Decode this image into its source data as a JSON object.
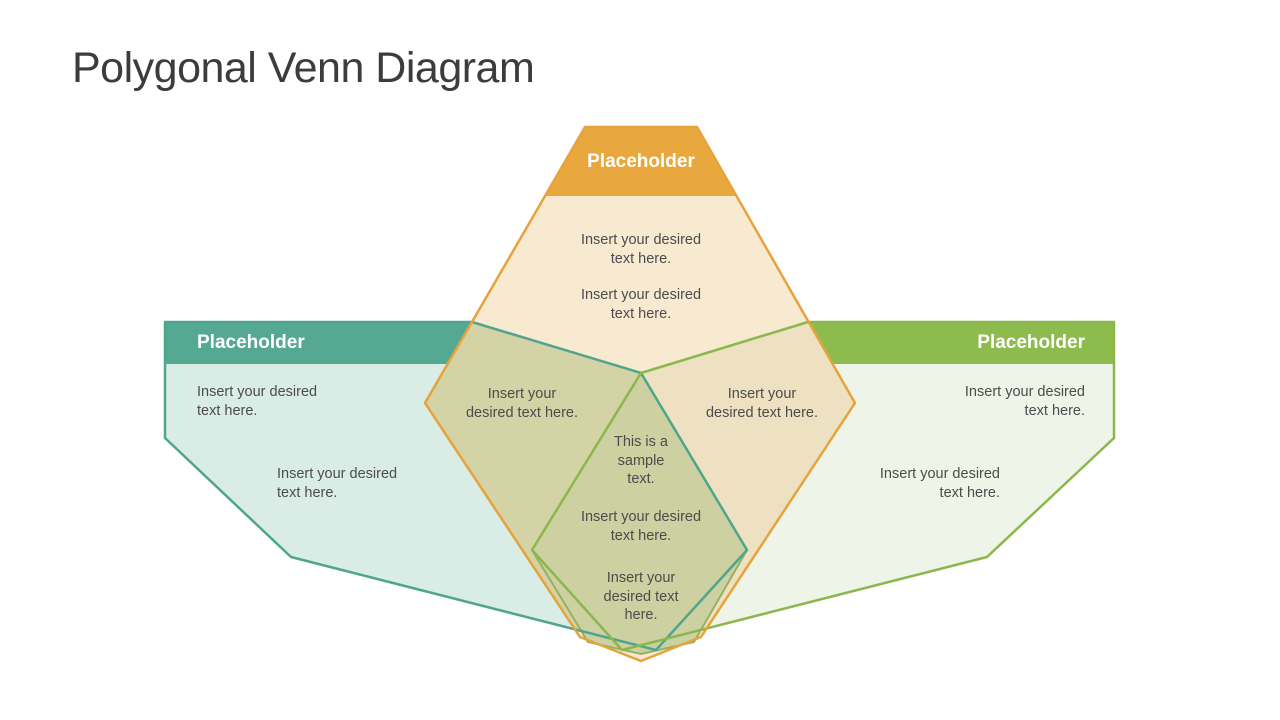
{
  "slide": {
    "title": "Polygonal Venn Diagram"
  },
  "shapes": {
    "top": {
      "header_label": "Placeholder",
      "texts": [
        "Insert your desired\ntext here.",
        "Insert your desired\ntext here."
      ]
    },
    "left": {
      "header_label": "Placeholder",
      "texts": [
        "Insert your desired\ntext here.",
        "Insert your desired\ntext here."
      ]
    },
    "right": {
      "header_label": "Placeholder",
      "texts": [
        "Insert your desired\ntext here.",
        "Insert your desired\ntext here."
      ]
    },
    "overlaps": {
      "left_top": "Insert your\ndesired text here.",
      "right_top": "Insert your\ndesired text here.",
      "center": [
        "This is a\nsample\ntext.",
        "Insert your desired\ntext here.",
        "Insert your\ndesired text\nhere."
      ]
    }
  },
  "colors": {
    "top_header": "#e9a83e",
    "top_fill": "#f8ead1",
    "top_stroke": "#e7a33b",
    "left_header": "#55a993",
    "left_fill": "#d9ece5",
    "left_stroke": "#4fa58e",
    "right_header": "#8dbb4d",
    "right_fill": "#eef5e8",
    "right_stroke": "#8bb74d",
    "overlap_left": "#d4d3a6",
    "overlap_right": "#ede1c1",
    "overlap_center": "#cdd0a0",
    "center_stroke": "#96b161",
    "body_text": "#4c4c4c",
    "title_text": "#3c3c3c"
  }
}
